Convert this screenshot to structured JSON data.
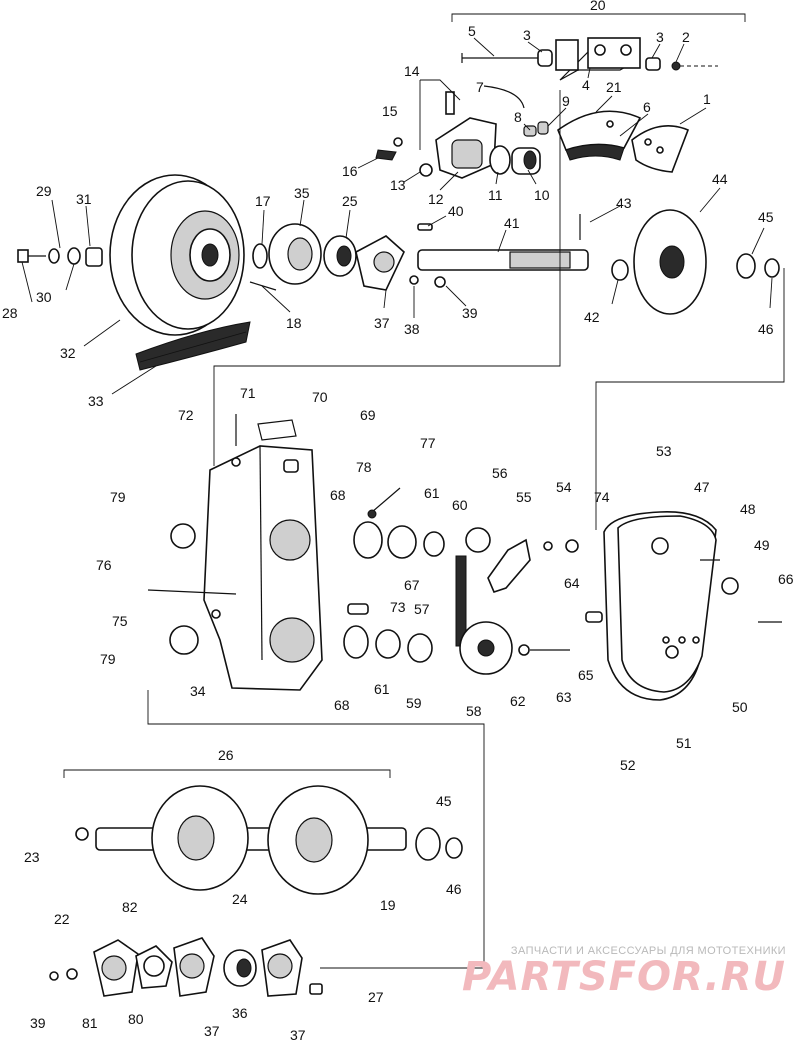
{
  "diagram": {
    "labels": {
      "l1": "1",
      "l2": "2",
      "l3a": "3",
      "l3b": "3",
      "l4": "4",
      "l5": "5",
      "l6": "6",
      "l7": "7",
      "l8": "8",
      "l9": "9",
      "l10": "10",
      "l11": "11",
      "l12": "12",
      "l13": "13",
      "l14": "14",
      "l15": "15",
      "l16": "16",
      "l17": "17",
      "l18": "18",
      "l19": "19",
      "l20": "20",
      "l21": "21",
      "l22": "22",
      "l23": "23",
      "l24": "24",
      "l25": "25",
      "l26": "26",
      "l27": "27",
      "l28": "28",
      "l29": "29",
      "l30": "30",
      "l31": "31",
      "l32": "32",
      "l33": "33",
      "l34": "34",
      "l35": "35",
      "l36": "36",
      "l37a": "37",
      "l37b": "37",
      "l37c": "37",
      "l38": "38",
      "l39a": "39",
      "l39b": "39",
      "l40": "40",
      "l41": "41",
      "l42": "42",
      "l43": "43",
      "l44": "44",
      "l45a": "45",
      "l45b": "45",
      "l46a": "46",
      "l46b": "46",
      "l47": "47",
      "l48": "48",
      "l49": "49",
      "l50": "50",
      "l51": "51",
      "l52": "52",
      "l53": "53",
      "l54": "54",
      "l55": "55",
      "l56": "56",
      "l57": "57",
      "l58": "58",
      "l59": "59",
      "l60": "60",
      "l61a": "61",
      "l61b": "61",
      "l62": "62",
      "l63": "63",
      "l64": "64",
      "l65": "65",
      "l66": "66",
      "l67": "67",
      "l68a": "68",
      "l68b": "68",
      "l69": "69",
      "l70": "70",
      "l71": "71",
      "l72": "72",
      "l73": "73",
      "l74": "74",
      "l75": "75",
      "l76": "76",
      "l77": "77",
      "l78": "78",
      "l79a": "79",
      "l79b": "79",
      "l80": "80",
      "l81": "81",
      "l82": "82"
    }
  },
  "watermark": {
    "caption": "ЗАПЧАСТИ И АКСЕССУАРЫ ДЛЯ МОТОТЕХНИКИ",
    "logo": "PARTSFOR.RU"
  }
}
